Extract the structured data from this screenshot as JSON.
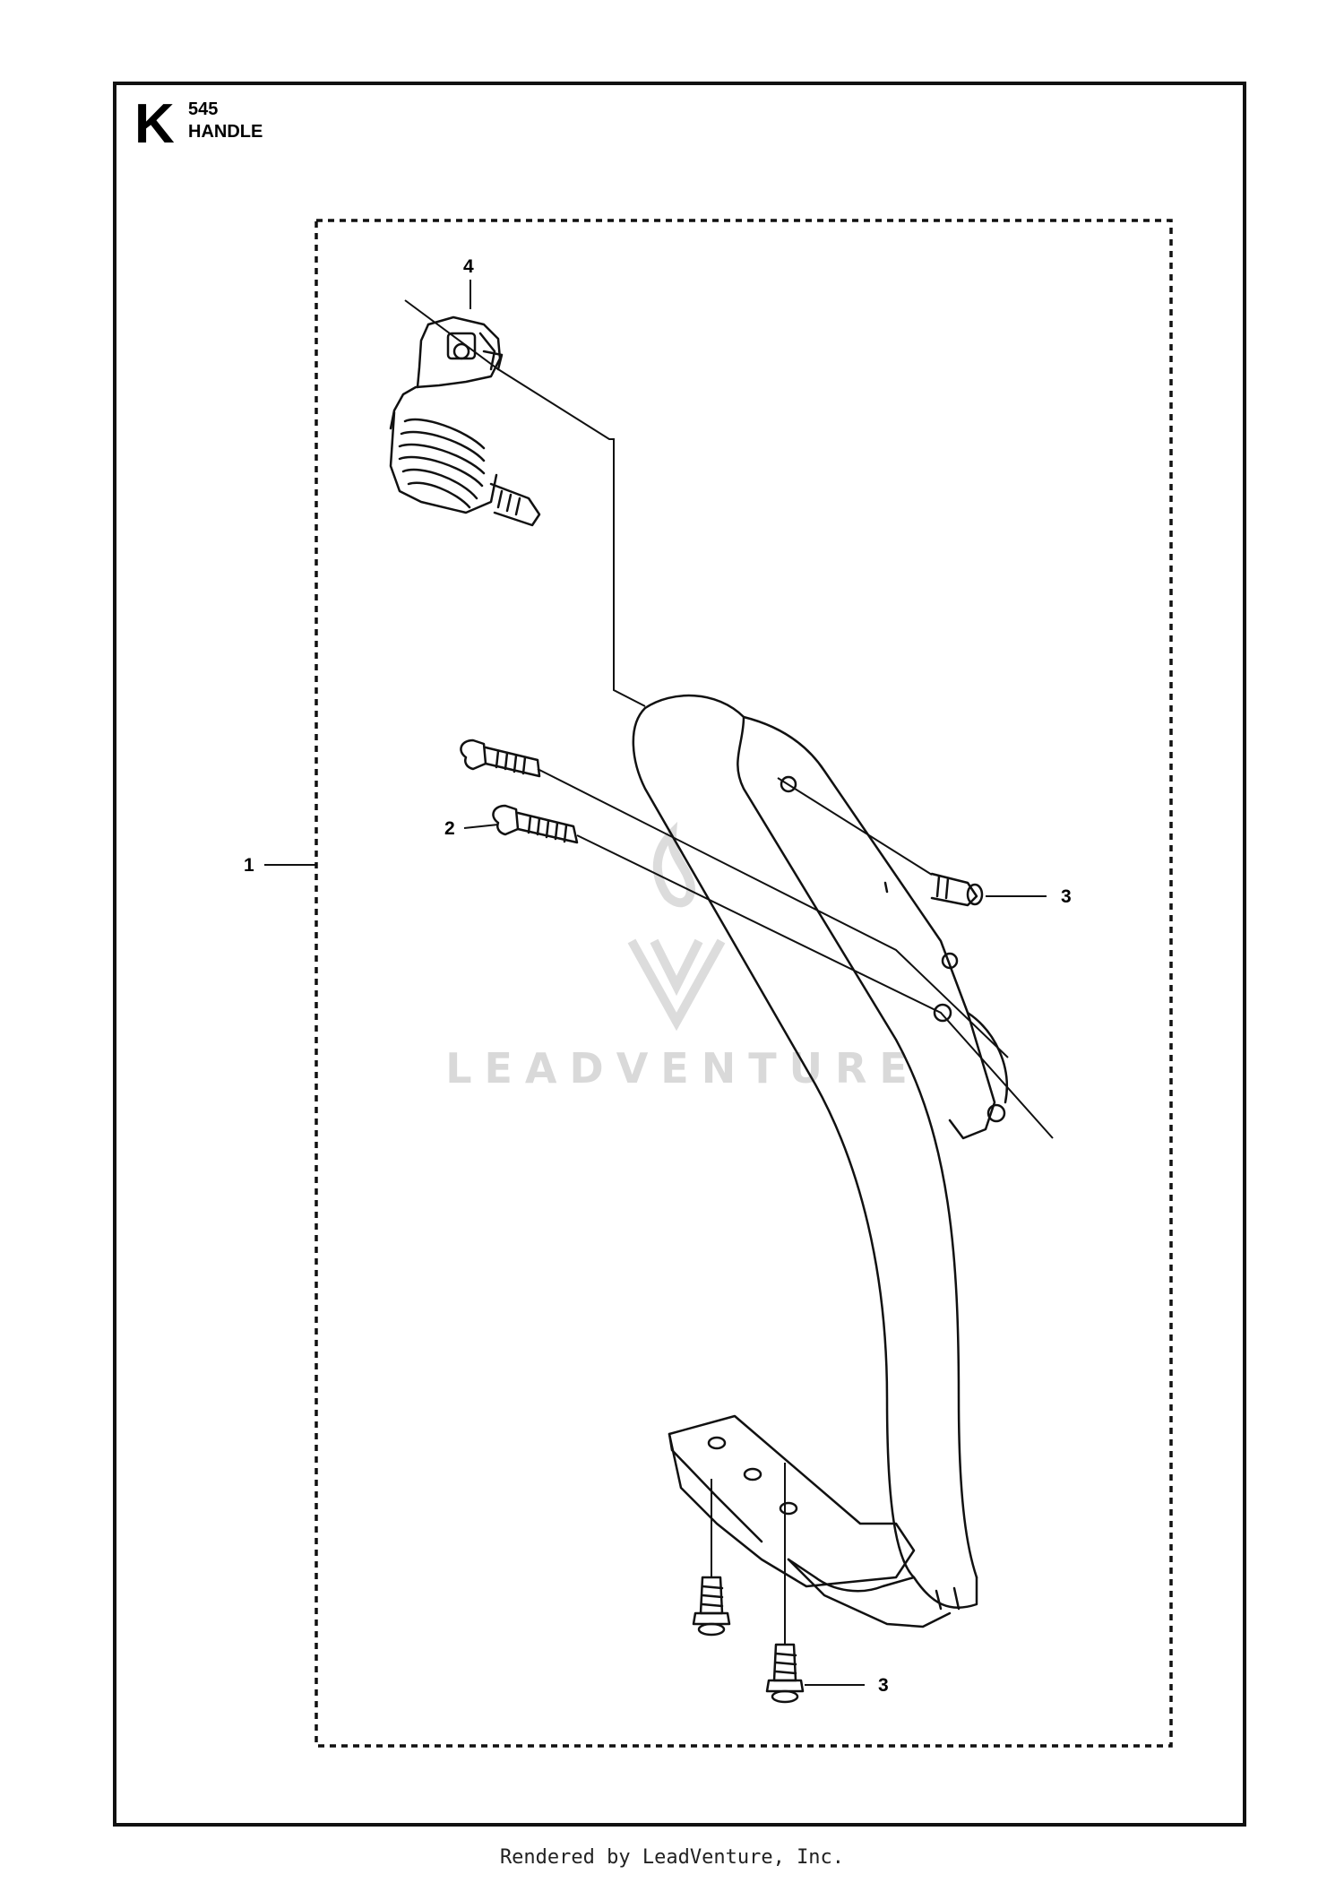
{
  "header": {
    "section_letter": "K",
    "model": "545",
    "title": "HANDLE"
  },
  "callouts": [
    {
      "id": "1",
      "label": "1"
    },
    {
      "id": "2",
      "label": "2"
    },
    {
      "id": "3a",
      "label": "3"
    },
    {
      "id": "3b",
      "label": "3"
    },
    {
      "id": "4",
      "label": "4"
    }
  ],
  "watermark": {
    "text": "LEADVENTURE"
  },
  "footer": {
    "text": "Rendered by LeadVenture, Inc."
  },
  "colors": {
    "line": "#111111",
    "watermark": "#d9d9d9"
  }
}
